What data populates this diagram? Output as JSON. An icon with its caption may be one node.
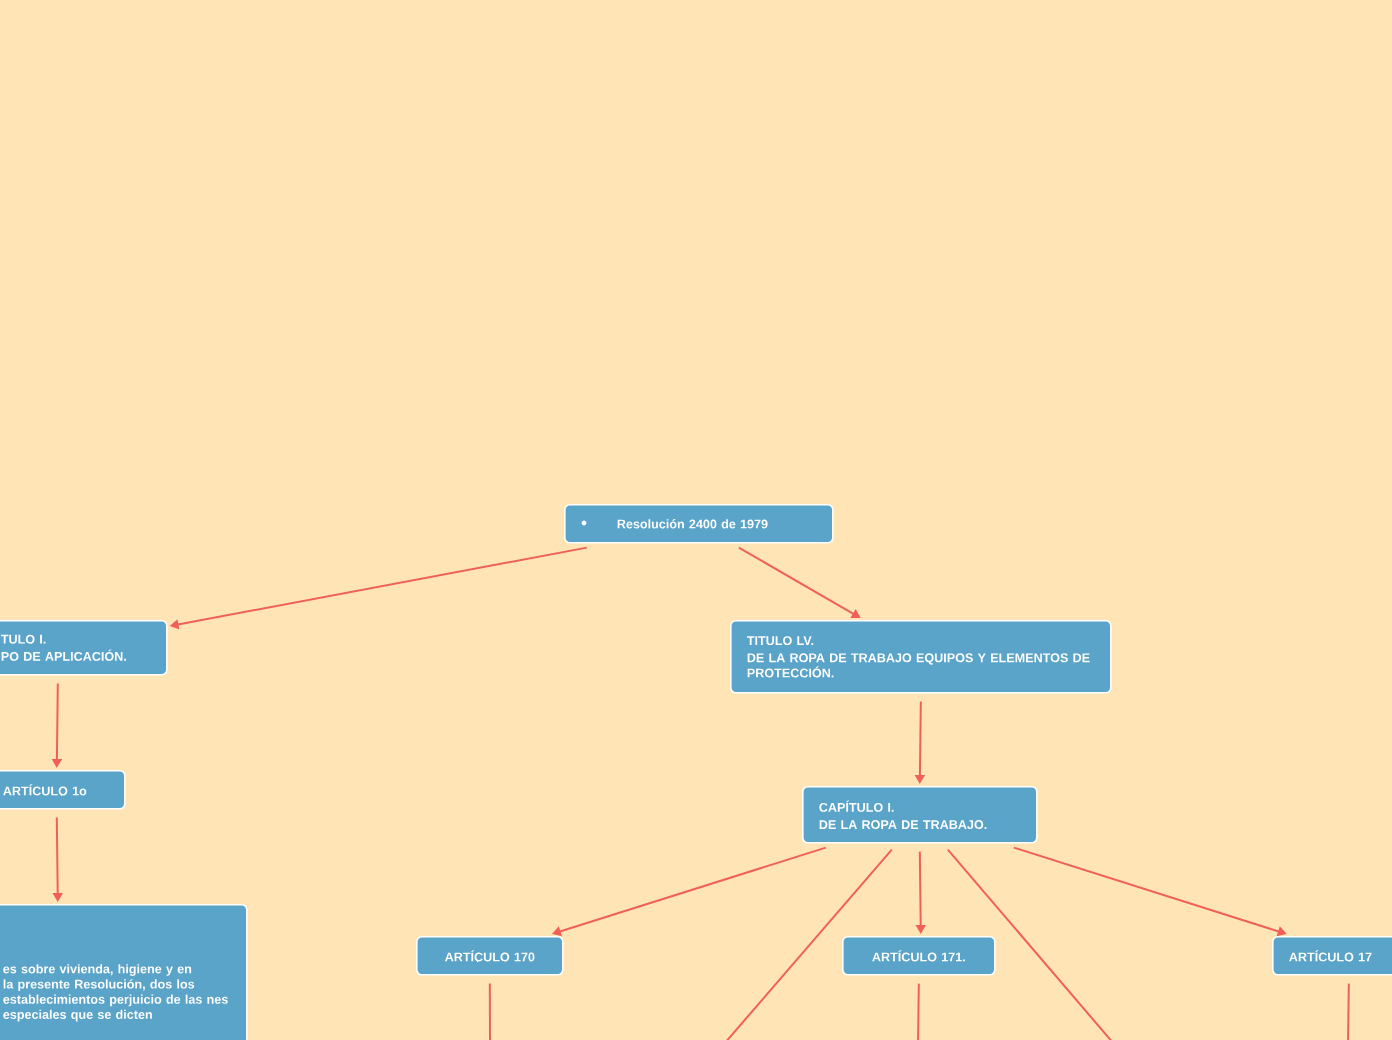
{
  "diagram": {
    "nodes": [
      {
        "text": [
          "Resolución 2400 de 1979"
        ]
      },
      {
        "text": [
          "TULO I.",
          "PO DE APLICACIÓN."
        ]
      },
      {
        "text": [
          "TITULO LV.",
          "DE LA ROPA DE TRABAJO EQUIPOS Y ELEMENTOS DE PROTECCIÓN."
        ]
      },
      {
        "text": [
          "ARTÍCULO 1o"
        ]
      },
      {
        "text": [
          "CAPÍTULO I.",
          "DE LA ROPA DE TRABAJO."
        ]
      },
      {
        "text": [
          "es sobre vivienda, higiene y en la presente Resolución, dos los establecimientos perjuicio de las nes especiales que se dicten"
        ]
      },
      {
        "text": [
          "ARTÍCULO 170"
        ]
      },
      {
        "text": [
          "ARTÍCULO 171."
        ]
      },
      {
        "text": [
          "ARTÍCULO 17"
        ]
      }
    ],
    "edges": [
      {
        "from": 0,
        "to": 1,
        "arrow": "to"
      },
      {
        "from": 0,
        "to": 2,
        "arrow": "to"
      },
      {
        "from": 1,
        "to": 3,
        "arrow": "to"
      },
      {
        "from": 2,
        "to": 4,
        "arrow": "to"
      },
      {
        "from": 3,
        "to": 5,
        "arrow": "to"
      },
      {
        "from": 4,
        "to": 6,
        "arrow": "to"
      },
      {
        "from": 4,
        "to": null,
        "arrow": "none"
      },
      {
        "from": 4,
        "to": 7,
        "arrow": "to"
      },
      {
        "from": 4,
        "to": null,
        "arrow": "none"
      },
      {
        "from": 4,
        "to": 8,
        "arrow": "to"
      },
      {
        "from": 6,
        "to": null,
        "arrow": "none"
      },
      {
        "from": 7,
        "to": null,
        "arrow": "none"
      },
      {
        "from": 8,
        "to": null,
        "arrow": "none"
      }
    ]
  }
}
